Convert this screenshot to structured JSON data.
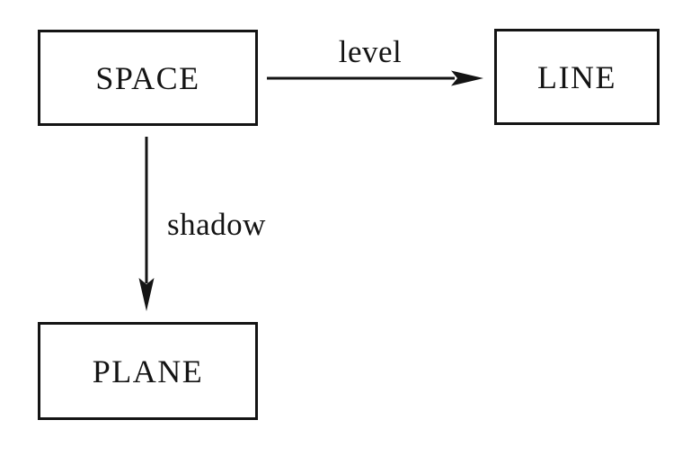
{
  "canvas": {
    "background_color": "#ffffff",
    "ink_color": "#141414"
  },
  "diagram": {
    "nodes": [
      {
        "id": "space",
        "label": "SPACE"
      },
      {
        "id": "line",
        "label": "LINE"
      },
      {
        "id": "plane",
        "label": "PLANE"
      }
    ],
    "edges": [
      {
        "id": "space-to-line",
        "from": "SPACE",
        "to": "LINE",
        "label": "level",
        "direction": "right"
      },
      {
        "id": "space-to-plane",
        "from": "SPACE",
        "to": "PLANE",
        "label": "shadow",
        "direction": "down"
      }
    ]
  }
}
